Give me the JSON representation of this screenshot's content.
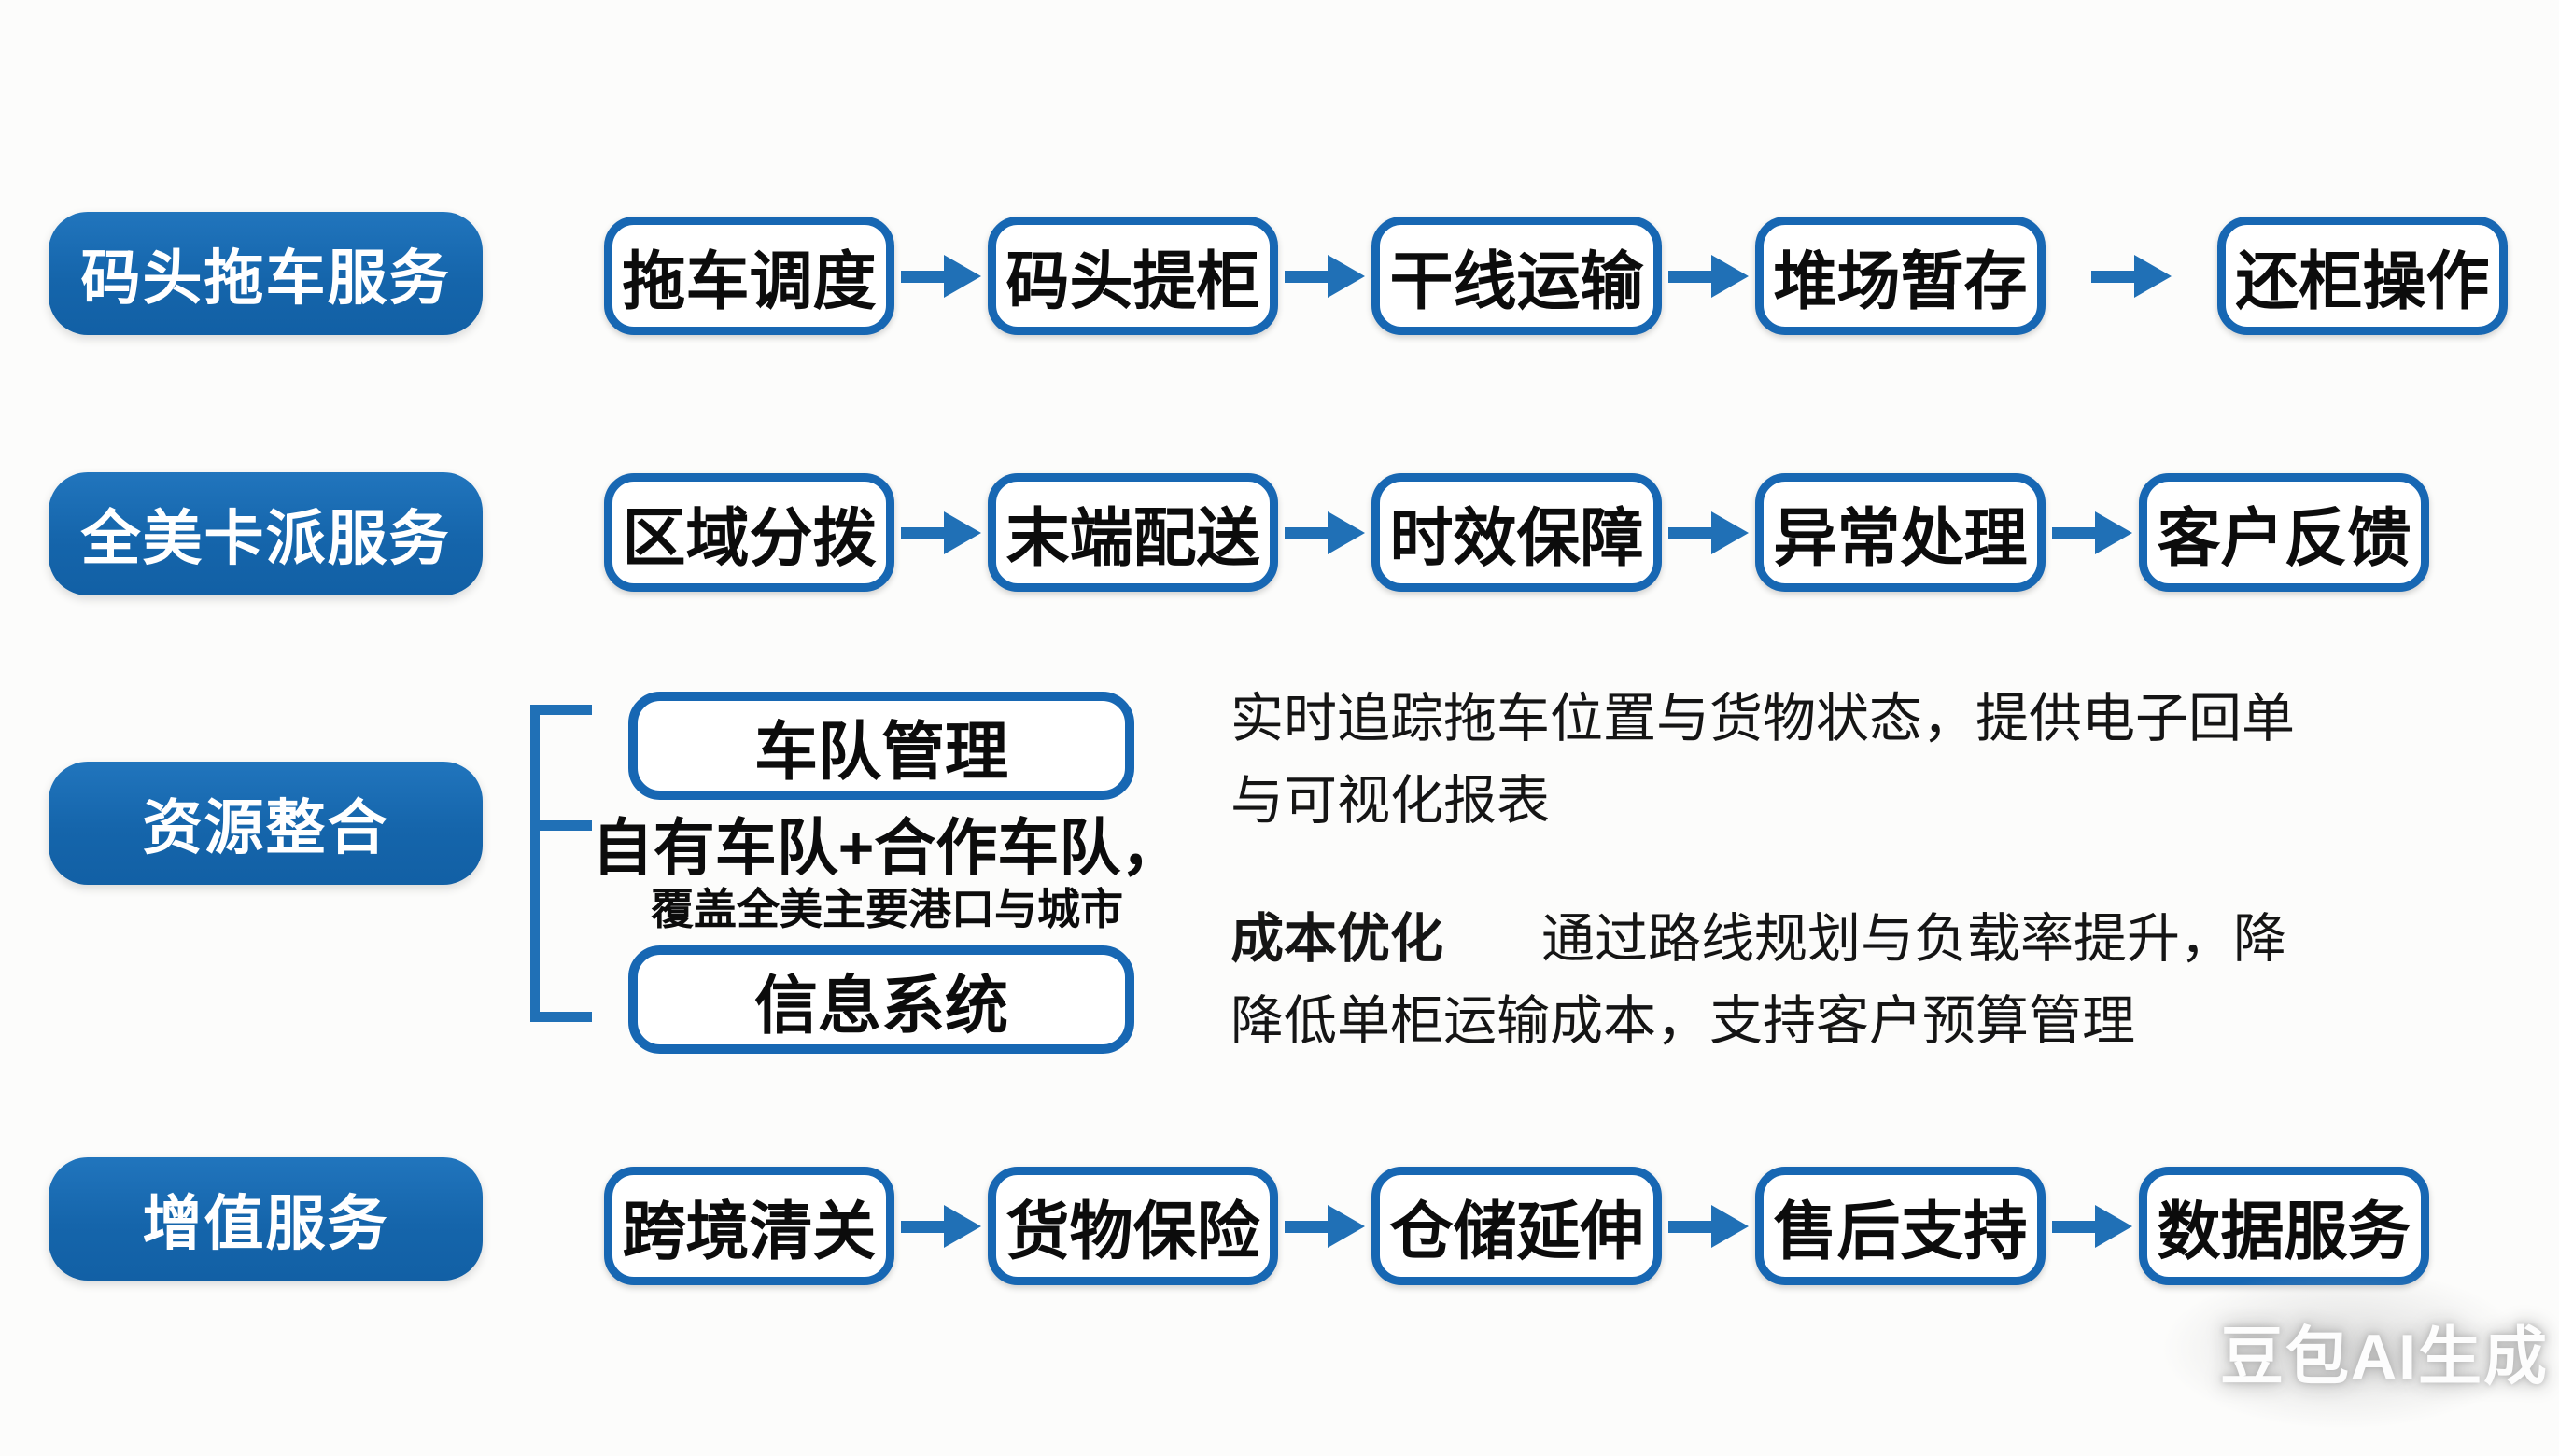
{
  "diagram": {
    "rows": [
      {
        "category": "码头拖车服务",
        "steps": [
          "拖车调度",
          "码头提柜",
          "干线运输",
          "堆场暂存",
          "还柜操作"
        ]
      },
      {
        "category": "全美卡派服务",
        "steps": [
          "区域分拨",
          "末端配送",
          "时效保障",
          "异常处理",
          "客户反馈"
        ]
      },
      {
        "category": "增值服务",
        "steps": [
          "跨境清关",
          "货物保险",
          "仓储延伸",
          "售后支持",
          "数据服务"
        ]
      }
    ],
    "resource": {
      "category": "资源整合",
      "fleet_box_title": "车队管理",
      "fleet_line1": "自有车队+合作车队，",
      "fleet_line2": "覆盖全美主要港口与城市",
      "info_box_title": "信息系统",
      "paragraph1": {
        "lines": [
          "实时追踪拖车位置与货物状态，提供电子回单",
          "与可视化报表"
        ]
      },
      "paragraph2": {
        "label": "成本优化",
        "lines": [
          "通过路线规划与负载率提升，降",
          "降低单柜运输成本，支持客户预算管理"
        ]
      }
    },
    "watermark": "豆包AI生成",
    "colors": {
      "category_pill_blue": "#1768b2",
      "box_border_blue": "#1767b3",
      "arrow_blue": "#2070b6",
      "text_black": "#0c0c0c",
      "background": "#fcfcfb"
    }
  }
}
